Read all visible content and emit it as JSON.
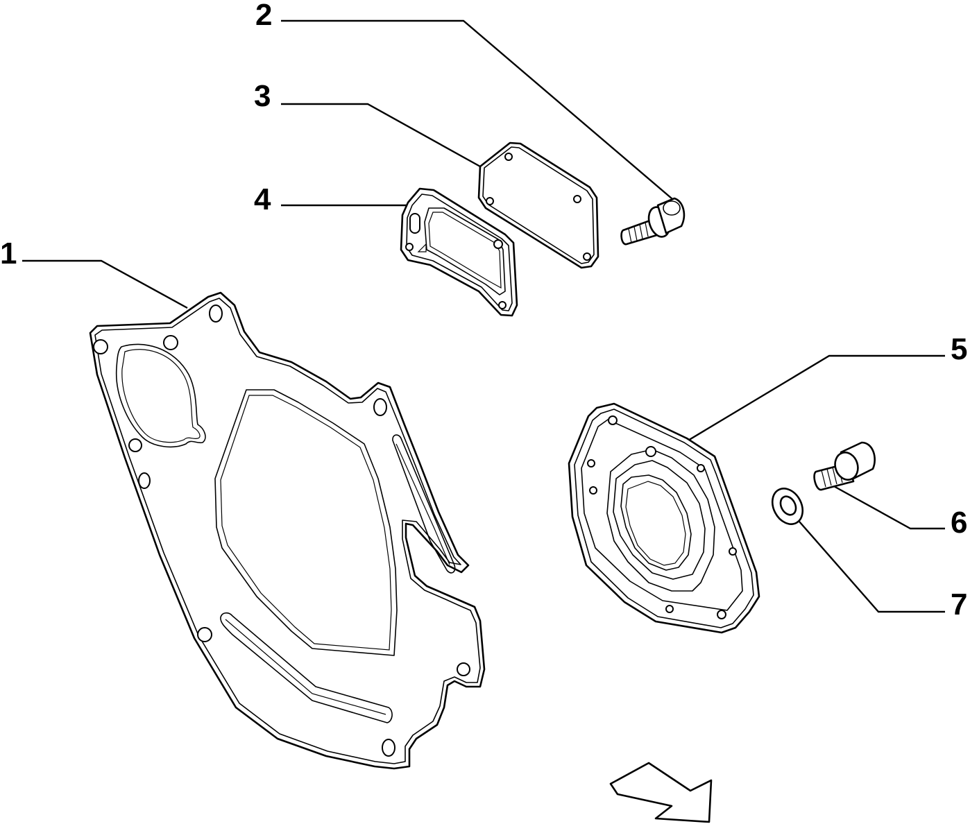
{
  "callouts": [
    {
      "id": "1",
      "label": "1"
    },
    {
      "id": "2",
      "label": "2"
    },
    {
      "id": "3",
      "label": "3"
    },
    {
      "id": "4",
      "label": "4"
    },
    {
      "id": "5",
      "label": "5"
    },
    {
      "id": "6",
      "label": "6"
    },
    {
      "id": "7",
      "label": "7"
    }
  ],
  "parts": [
    {
      "id": "1",
      "name": "gasket-plate"
    },
    {
      "id": "2",
      "name": "flange-bolt"
    },
    {
      "id": "3",
      "name": "cover-plate"
    },
    {
      "id": "4",
      "name": "cover-gasket"
    },
    {
      "id": "5",
      "name": "seal-housing"
    },
    {
      "id": "6",
      "name": "cap-screw"
    },
    {
      "id": "7",
      "name": "washer"
    }
  ],
  "colors": {
    "ink": "#000000",
    "paper": "#ffffff"
  },
  "icons": {
    "direction": "direction-arrow-icon"
  }
}
